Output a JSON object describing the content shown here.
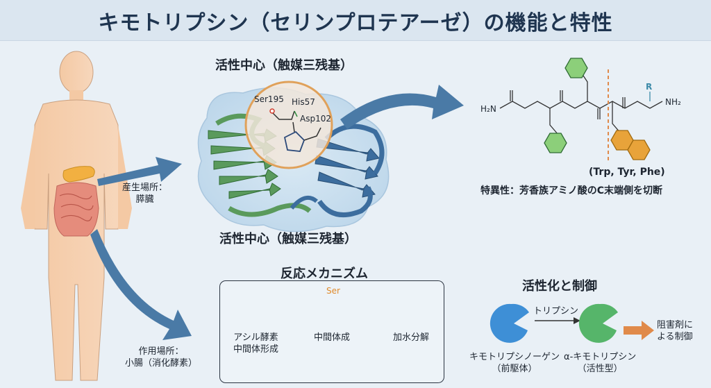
{
  "title": "キモトリプシン（セリンプロテアーゼ）の機能と特性",
  "body_labels": {
    "production_site": [
      "産生場所：",
      "膵臓"
    ],
    "action_site": [
      "作用場所：",
      "小腸（消化酵素）"
    ]
  },
  "active_site": {
    "heading": "活性中心（触媒三残基）",
    "caption": "活性中心（触媒三残基）",
    "residues": [
      "Ser195",
      "His57",
      "Asp102"
    ]
  },
  "specificity": {
    "r_label": "R",
    "nh2_label": "NH₂",
    "h2n_label": "H₂N",
    "residues_label": "(Trp, Tyr, Phe)",
    "note": "特異性：芳香族アミノ酸のC末端側を切断"
  },
  "mechanism": {
    "heading": "反応メカニズム",
    "ser_label": "Ser",
    "steps": [
      [
        "アシル酵素",
        "中間体形成"
      ],
      [
        "中間体成"
      ],
      [
        "加水分解"
      ]
    ]
  },
  "activation": {
    "heading": "活性化と制御",
    "arrow_label": "トリプシン",
    "precursor": [
      "キモトリプシノーゲン",
      "（前駆体）"
    ],
    "active": [
      "α-キモトリプシン",
      "（活性型）"
    ],
    "inhibitor": [
      "阻害剤に",
      "よる制御"
    ]
  },
  "colors": {
    "title": "#1f3550",
    "arrow": "#4a7aa6",
    "green_ribbon": "#5a9a5c",
    "blue_ribbon": "#3c6d9e",
    "active_ring": "#e0a15a",
    "pacman_blue": "#3e8fd6",
    "pacman_green": "#56b56a",
    "inhibit_arrow": "#e08a4a"
  }
}
